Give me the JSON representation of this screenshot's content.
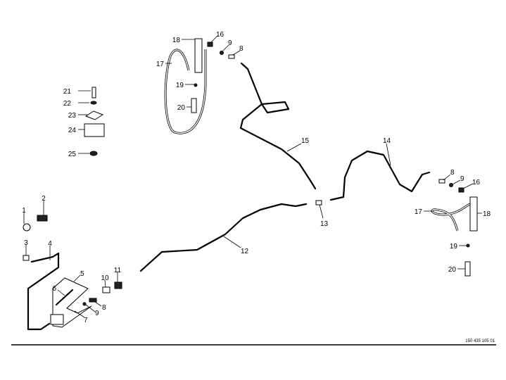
{
  "diagram": {
    "callouts": [
      "21",
      "22",
      "23",
      "24",
      "25",
      "18",
      "16",
      "9",
      "8",
      "17",
      "19",
      "20",
      "15",
      "14",
      "13",
      "12",
      "8",
      "9",
      "16",
      "17",
      "18",
      "19",
      "20",
      "1",
      "2",
      "3",
      "4",
      "5",
      "6",
      "7",
      "8",
      "9",
      "10",
      "11"
    ],
    "reference_number": "150 435 105 01"
  }
}
